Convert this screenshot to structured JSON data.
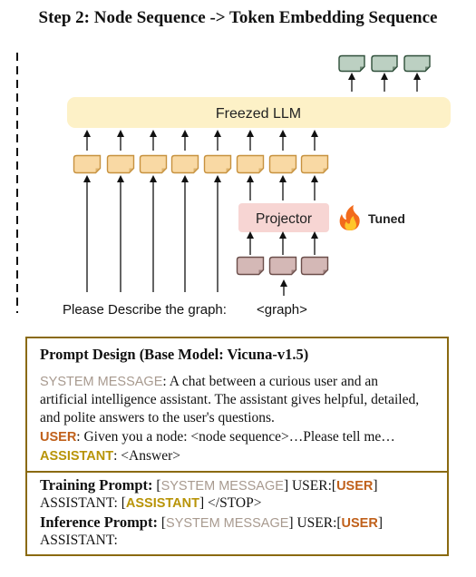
{
  "title": "Step 2:   Node Sequence -> Token Embedding Sequence",
  "diagram": {
    "llm_label": "Freezed LLM",
    "projector_label": "Projector",
    "tuned_label": "Tuned",
    "input_text": "Please Describe the graph:",
    "graph_token": "<graph>",
    "icons": [
      "fire-icon"
    ],
    "colors": {
      "llm": "#fdf1c7",
      "token": "#f9d9a4",
      "token_border": "#c7923f",
      "output_token": "#bcd0c2",
      "output_border": "#2f4f3a",
      "graph_token": "#d4b8b6",
      "graph_border": "#6b4e4a",
      "projector": "#f7d5d3"
    }
  },
  "prompt_design": {
    "heading": "Prompt Design (Base Model: Vicuna-v1.5)",
    "system_tag": "SYSTEM MESSAGE",
    "system_text_1": ": A chat between a curious user and an",
    "system_text_2": "artificial intelligence assistant. The assistant gives helpful, detailed,",
    "system_text_3": "and polite answers to the user's questions.",
    "user_tag": "USER",
    "user_text": ":  Given you a node: <node sequence>…Please tell me…",
    "assistant_tag": "ASSISTANT",
    "assistant_text": ":   <Answer>"
  },
  "templates": {
    "training_label": "Training Prompt:",
    "training_line1_rest": "] USER:[",
    "training_line2_start": "ASSISTANT: [",
    "training_line2_end": "]  </STOP>",
    "inference_label": "Inference Prompt:",
    "inference_line1_rest": "] USER:[",
    "inference_line2": "ASSISTANT:",
    "open_bracket": "[",
    "close_bracket": "]",
    "system_tag": "SYSTEM MESSAGE",
    "user_tag": "USER",
    "assistant_tag": "ASSISTANT"
  }
}
